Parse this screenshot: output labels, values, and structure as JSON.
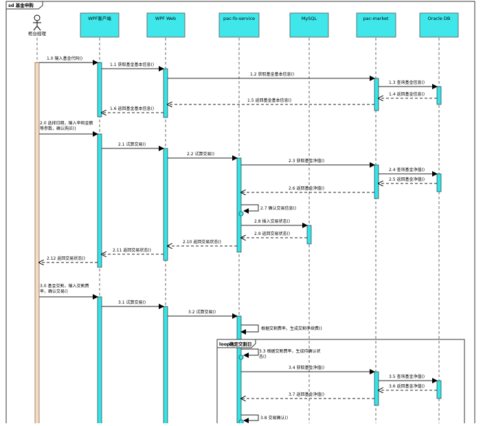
{
  "diagram": {
    "frame_title": "sd 基金申购",
    "actor": {
      "name": "柜台经理"
    },
    "lifelines": [
      {
        "id": "wpf_client",
        "name": "WPF客户端"
      },
      {
        "id": "wpf_web",
        "name": "WPF Web"
      },
      {
        "id": "pac_fo",
        "name": "pac-fo-service"
      },
      {
        "id": "mysql",
        "name": "MySQL"
      },
      {
        "id": "pac_market",
        "name": "pac-market"
      },
      {
        "id": "oracle",
        "name": "Oracle DB"
      }
    ],
    "messages": [
      {
        "label": "1.0 输入基金代码()"
      },
      {
        "label": "1.1 获取基金基本信息()"
      },
      {
        "label": "1.2 获取基金基本信息()"
      },
      {
        "label": "1.3 查询基金信息()"
      },
      {
        "label": "1.4 返回基金信息()"
      },
      {
        "label": "1.5 返回基金基本信息()"
      },
      {
        "label": "1.6 返回基金基本信息()"
      },
      {
        "label": "2.0 选择日期，输入申购金额等参数，确认购买()"
      },
      {
        "label": "2.1 试算交易()"
      },
      {
        "label": "2.2 试算交易()"
      },
      {
        "label": "2.3 获取基金净值()"
      },
      {
        "label": "2.4 查询基金净值()"
      },
      {
        "label": "2.5 返回基金净值()"
      },
      {
        "label": "2.6 返回基金净值()"
      },
      {
        "label": "2.7 确认交易信息()"
      },
      {
        "label": "2.8 插入交易状态()"
      },
      {
        "label": "2.9 返回交易状态()"
      },
      {
        "label": "2.10 返回交易状态()"
      },
      {
        "label": "2.11 返回交易状态()"
      },
      {
        "label": "2.12 返回交易状态()"
      },
      {
        "label": "3.0 基金交割，输入交割费率，确认交易()"
      },
      {
        "label": "3.1 试算交易()"
      },
      {
        "label": "3.2 试算交易()"
      },
      {
        "label": "根据交割费率，生成交割手续费()"
      },
      {
        "label": "3.3 根据交割费率，生成待确认状态()"
      },
      {
        "label": "3.4 获取基金净值()"
      },
      {
        "label": "3.5 查询基金净值()"
      },
      {
        "label": "3.6 返回基金净值()"
      },
      {
        "label": "3.7 返回基金净值()"
      },
      {
        "label": "3.8 交易确认()"
      }
    ],
    "loop_fragment": {
      "keyword": "loop",
      "guard": "确定交割日"
    }
  },
  "colors": {
    "lifeline_head_fill": "#3fe6ea",
    "activation_fill": "#33e4e8",
    "actor_activation_fill": "#f3dcc2",
    "frame_stroke": "#333333",
    "message_stroke": "#222222"
  }
}
